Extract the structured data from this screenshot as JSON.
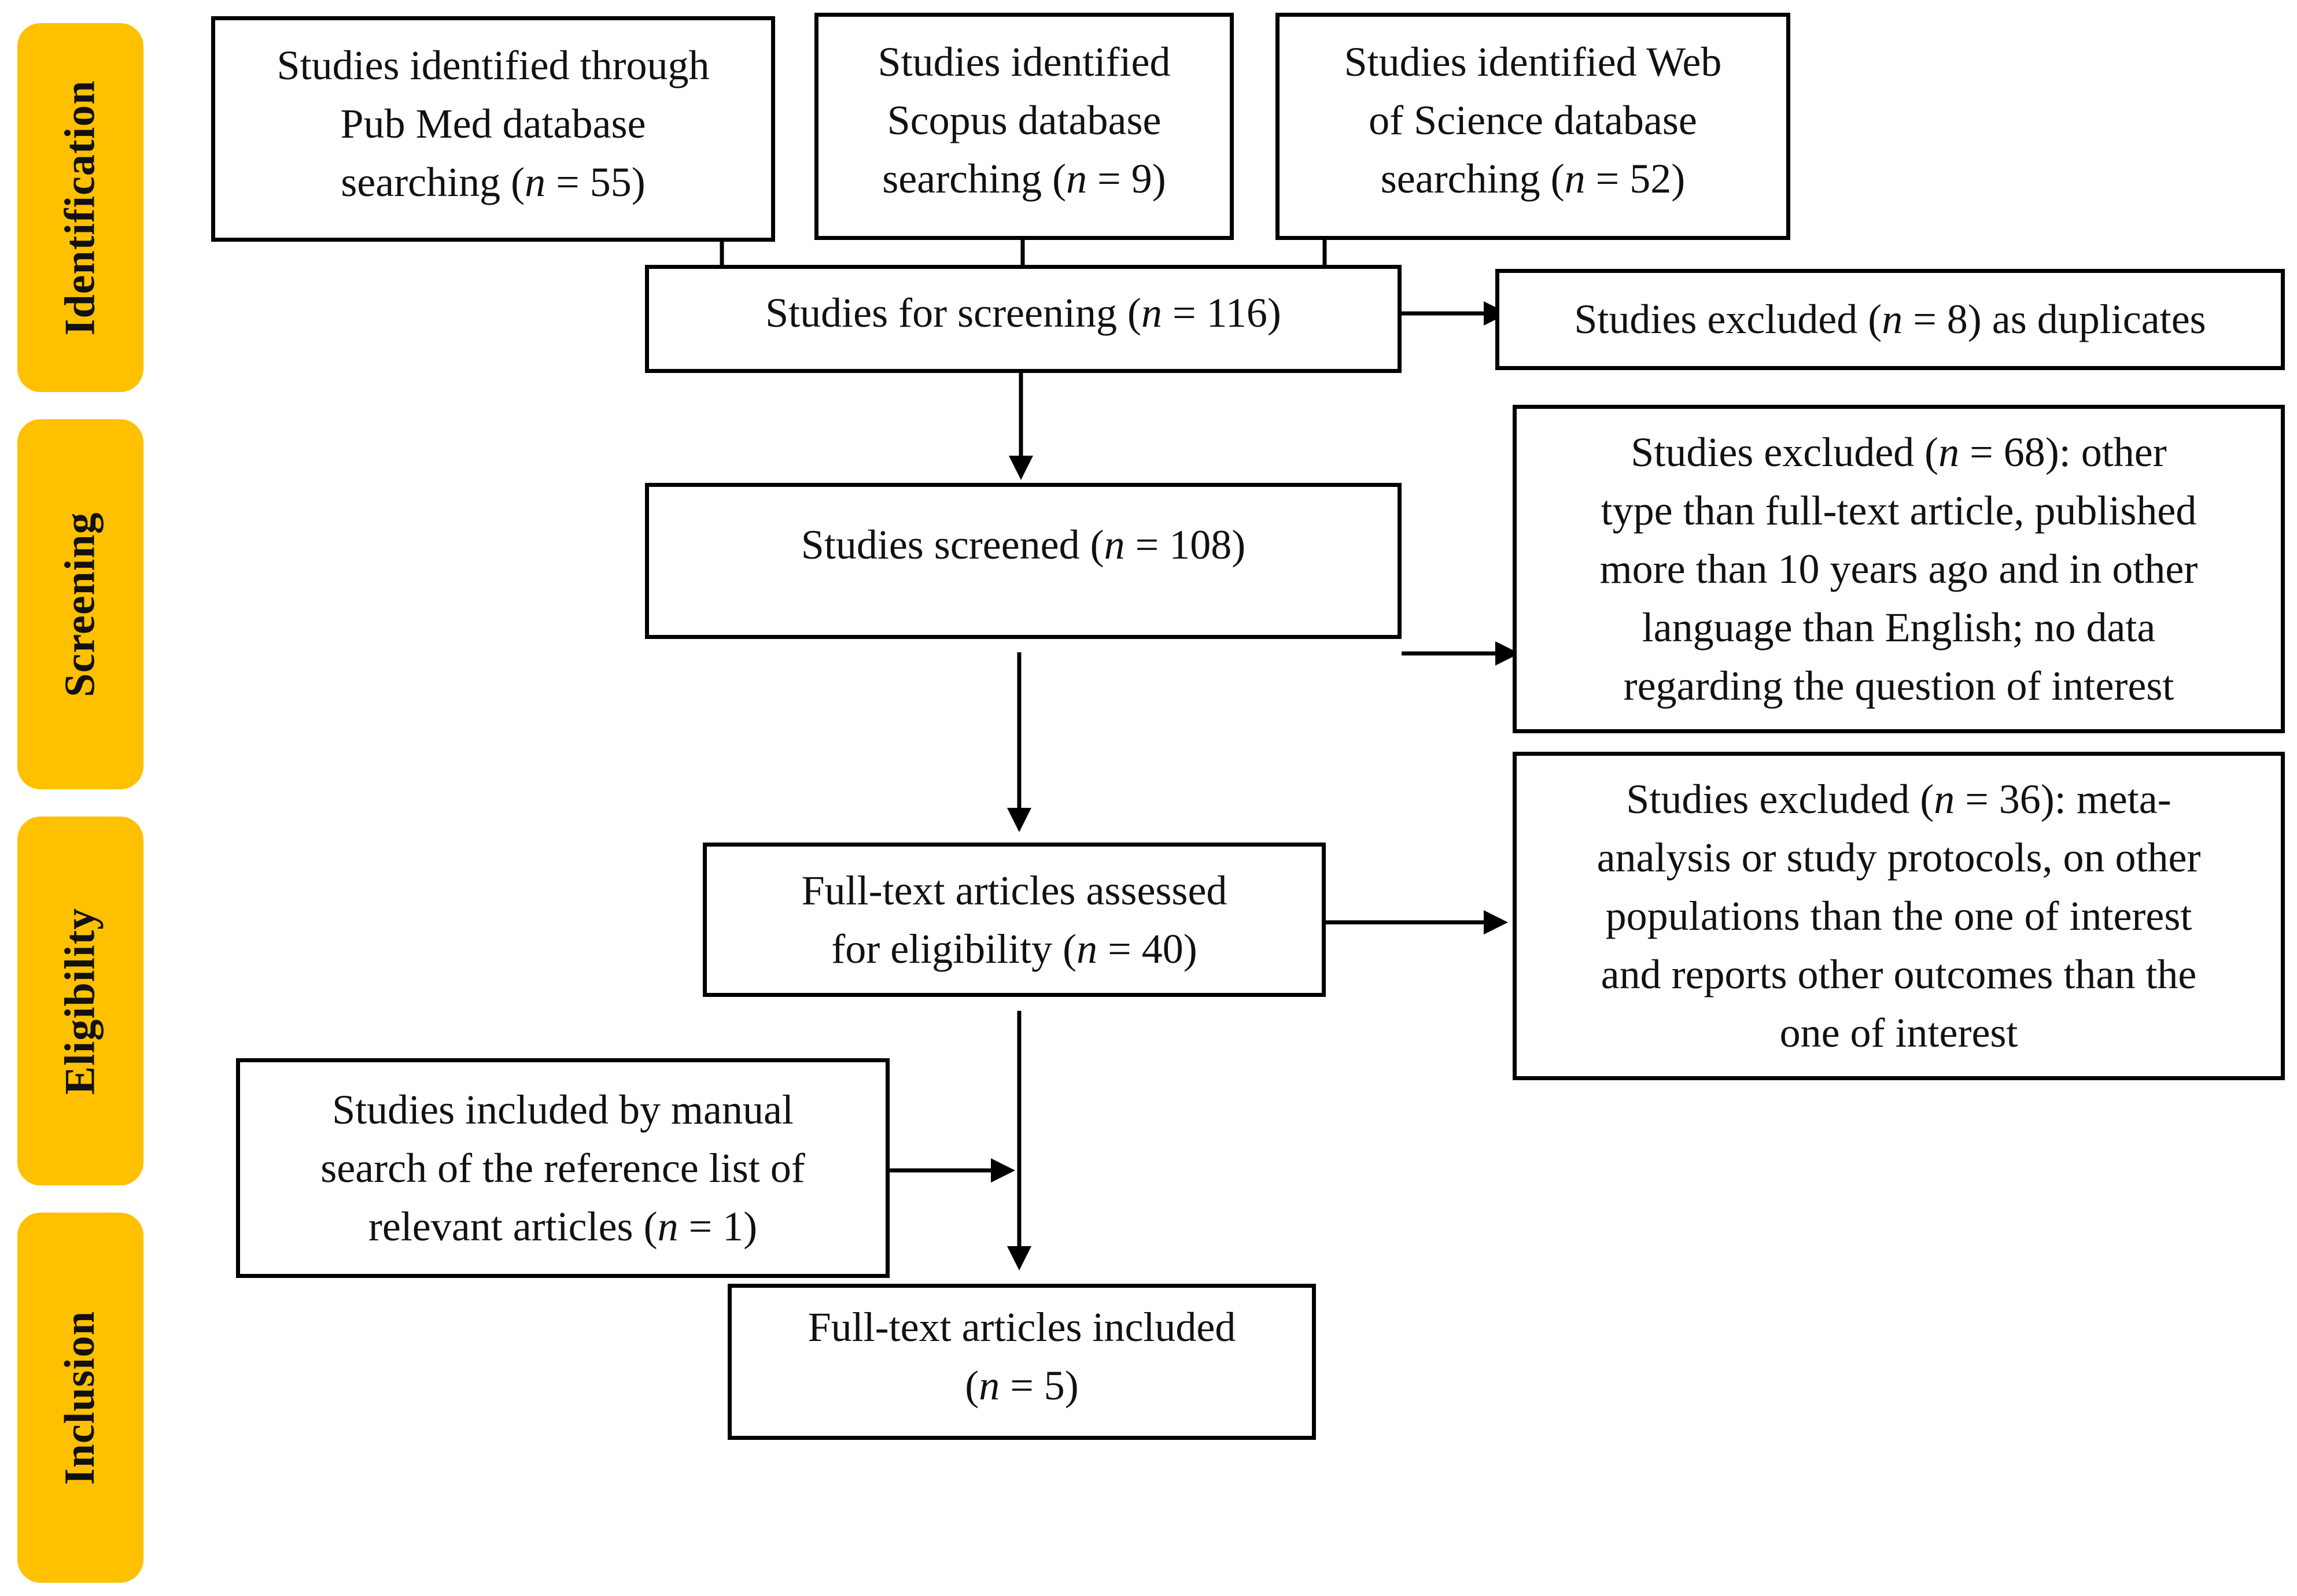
{
  "stages": {
    "identification": "Identification",
    "screening": "Screening",
    "eligibility": "Eligibility",
    "inclusion": "Inclusion"
  },
  "boxes": {
    "pubmed": {
      "l1": "Studies identified through",
      "l2": "Pub Med database",
      "l3a": "searching (",
      "l3n": "n",
      "l3b": " = 55)"
    },
    "scopus": {
      "l1": "Studies identified",
      "l2": "Scopus database",
      "l3a": "searching (",
      "l3n": "n",
      "l3b": " = 9)"
    },
    "wos": {
      "l1": "Studies identified Web",
      "l2": "of Science database",
      "l3a": "searching (",
      "l3n": "n",
      "l3b": " = 52)"
    },
    "for_screening": {
      "a": "Studies for screening (",
      "n": "n",
      "b": " = 116)"
    },
    "duplicates": {
      "a": "Studies excluded (",
      "n": "n",
      "b": " = 8) as duplicates"
    },
    "screened": {
      "a": "Studies screened (",
      "n": "n",
      "b": " = 108)"
    },
    "excluded_68": {
      "l1a": "Studies excluded (",
      "l1n": "n",
      "l1b": " = 68): other",
      "l2": "type than full-text article, published",
      "l3": "more than 10 years ago and in other",
      "l4": "language than English; no data",
      "l5": "regarding the question of interest"
    },
    "fulltext_assessed": {
      "l1": "Full-text articles assessed",
      "l2a": "for eligibility (",
      "l2n": "n",
      "l2b": " = 40)"
    },
    "excluded_36": {
      "l1a": "Studies excluded (",
      "l1n": "n",
      "l1b": " = 36): meta-",
      "l2": "analysis or study protocols, on other",
      "l3": "populations than the one of interest",
      "l4": "and reports other outcomes than the",
      "l5": "one of interest"
    },
    "manual_search": {
      "l1": "Studies included by manual",
      "l2": "search of the reference list of",
      "l3a": "relevant articles (",
      "l3n": "n",
      "l3b": " = 1)"
    },
    "included": {
      "l1": "Full-text articles included",
      "l2a": "(",
      "l2n": "n",
      "l2b": " = 5)"
    }
  },
  "colors": {
    "stage_fill": "#FFC000",
    "box_border": "#000000",
    "text": "#111111"
  }
}
